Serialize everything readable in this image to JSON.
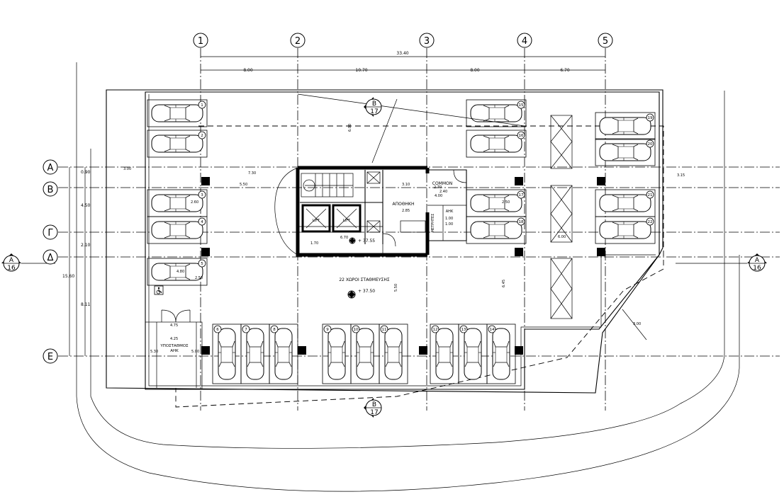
{
  "grid": {
    "columns": [
      {
        "id": "col-1",
        "label": "1"
      },
      {
        "id": "col-2",
        "label": "2"
      },
      {
        "id": "col-3",
        "label": "3"
      },
      {
        "id": "col-4",
        "label": "4"
      },
      {
        "id": "col-5",
        "label": "5"
      }
    ],
    "rows": [
      {
        "id": "row-a",
        "label": "Α"
      },
      {
        "id": "row-b",
        "label": "Β"
      },
      {
        "id": "row-g",
        "label": "Γ"
      },
      {
        "id": "row-d",
        "label": "Δ"
      },
      {
        "id": "row-e",
        "label": "Ε"
      }
    ]
  },
  "dimensions": {
    "overall_width": "33.40",
    "bays": [
      "8.00",
      "10.70",
      "8.00",
      "6.70"
    ],
    "row_spacings": [
      "0.90",
      "4.50",
      "2.10",
      "8.11"
    ],
    "overall_depth": "15.60",
    "notes": [
      "3.00",
      "7.30",
      "5.50",
      "6.00",
      "3.10",
      "4.00",
      "2.40",
      "2.70",
      "2.85",
      "1.00",
      "1.00",
      "1.70",
      "6.70",
      "5.50",
      "6.45",
      "6.00",
      "4.80",
      "2.50",
      "5.30",
      "5.00",
      "4.25",
      "4.75",
      "3.00",
      "3.15",
      "2.60",
      "2.50"
    ]
  },
  "sections": {
    "a_label": "A",
    "a_sheet": "16",
    "b_label": "B",
    "b_sheet": "17"
  },
  "rooms": {
    "storage": "ΑΠΟΘΗΚΗ",
    "common": "COMMON",
    "wc": "ΑΗΚ",
    "meters": "ΜΕΤΡΗΤΕΣ",
    "lift_1": "LIFT",
    "lift_2": "LIFT",
    "substation_line1": "ΥΠΟΣΤΑΘΜΟΣ",
    "substation_line2": "ΑΗΚ"
  },
  "parking": {
    "title": "22 ΧΩΡΟΙ ΣΤΑΘΜΕΥΣΗΣ",
    "level_main": "+ 37.50",
    "level_core": "+ 37.55",
    "space_numbers": [
      "1",
      "2",
      "3",
      "4",
      "5",
      "6",
      "7",
      "8",
      "9",
      "10",
      "11",
      "12",
      "13",
      "14",
      "15",
      "16",
      "17",
      "18",
      "19",
      "20",
      "21",
      "22"
    ]
  }
}
